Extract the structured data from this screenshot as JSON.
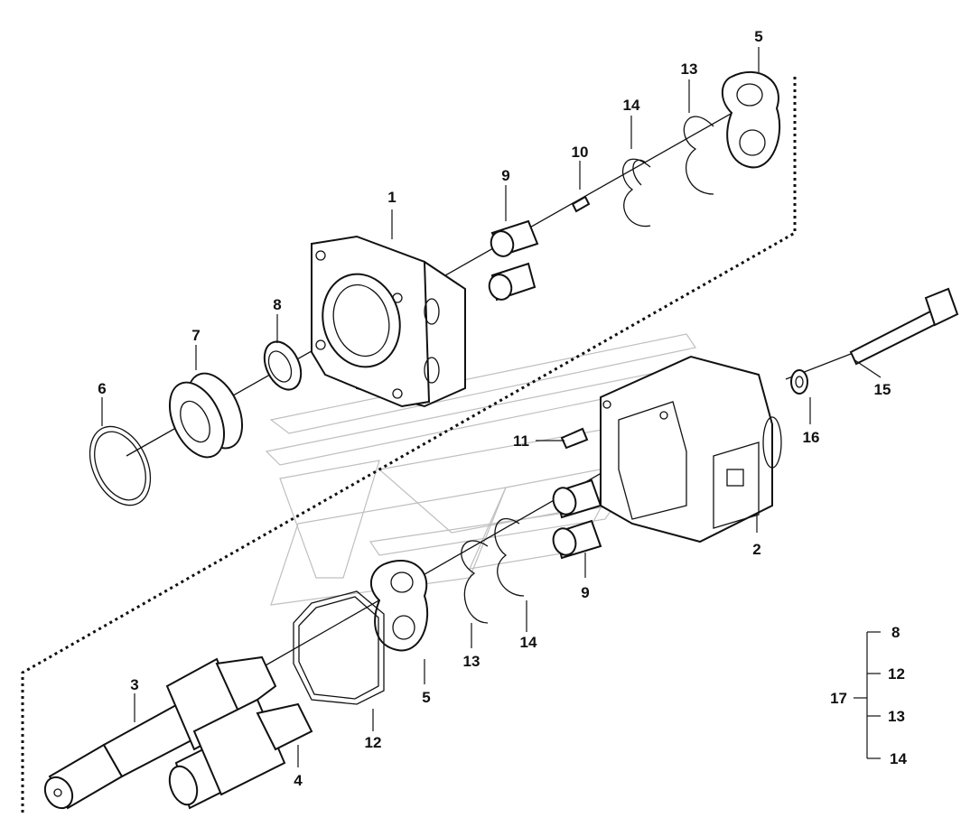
{
  "labels": {
    "p1": "1",
    "p2": "2",
    "p3": "3",
    "p4": "4",
    "p5a": "5",
    "p5b": "5",
    "p6": "6",
    "p7": "7",
    "p8": "8",
    "p9a": "9",
    "p9b": "9",
    "p10": "10",
    "p11": "11",
    "p12": "12",
    "p13a": "13",
    "p13b": "13",
    "p14a": "14",
    "p14b": "14",
    "p15": "15",
    "p16": "16"
  },
  "kit": {
    "label": "17",
    "items": [
      "8",
      "12",
      "13",
      "14"
    ]
  },
  "colors": {
    "line": "#111111",
    "watermark": "#bfbfbf",
    "background": "#ffffff"
  }
}
